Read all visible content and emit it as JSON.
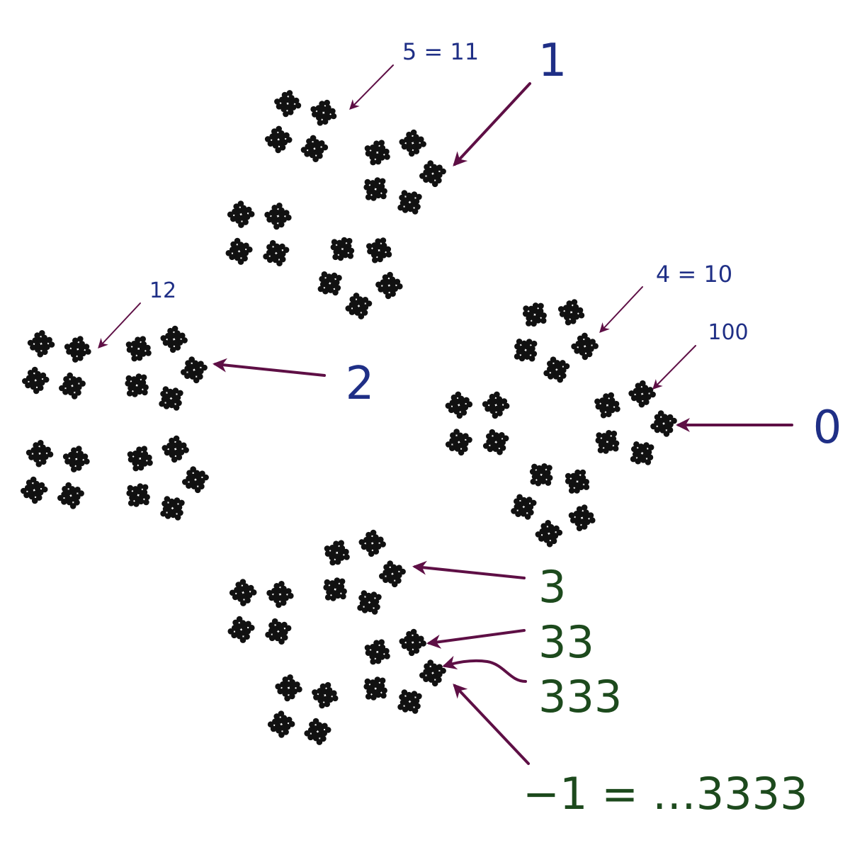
{
  "colors": {
    "blue_label": "#1f2f86",
    "green_label": "#1d4a1d",
    "arrow": "#5e0f45",
    "dots": "#111111"
  },
  "labels": {
    "label_1": "1",
    "label_5_11": "5 = 11",
    "label_12": "12",
    "label_2": "2",
    "label_4_10": "4 = 10",
    "label_100": "100",
    "label_0": "0",
    "label_3": "3",
    "label_33": "33",
    "label_333": "333",
    "label_minus1": "−1 = …3333"
  }
}
